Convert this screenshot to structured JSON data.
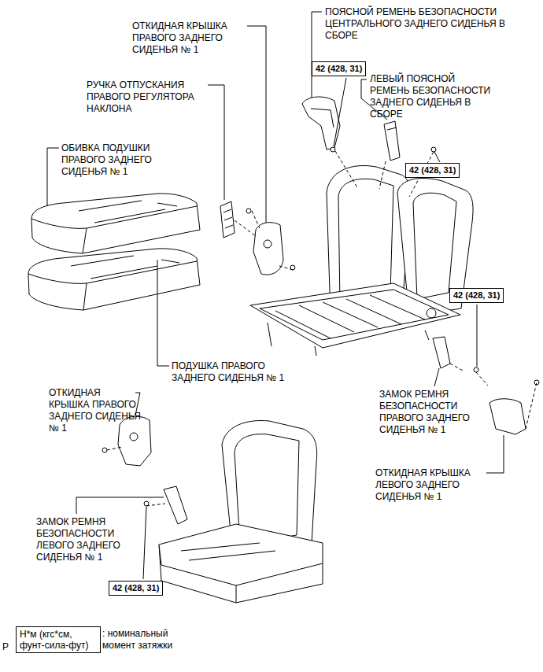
{
  "diagram": {
    "nodes": [
      {
        "text": [
          "42 (428, 31)"
        ]
      },
      {
        "text": [
          "42 (428, 31)"
        ]
      },
      {
        "text": [
          "42 (428, 31)"
        ]
      },
      {
        "text": [
          "42 (428, 31)"
        ]
      },
      {
        "text": [
          "Н*м (кгс*см, фунт-сила-фут)"
        ]
      }
    ],
    "labels": [
      "ОТКИДНАЯ КРЫШКА ПРАВОГО ЗАДНЕГО СИДЕНЬЯ № 1",
      "ПОЯСНОЙ РЕМЕНЬ БЕЗОПАСНОСТИ ЦЕНТРАЛЬНОГО ЗАДНЕГО СИДЕНЬЯ В СБОРЕ",
      "РУЧКА ОТПУСКАНИЯ ПРАВОГО РЕГУЛЯТОРА НАКЛОНА",
      "ЛЕВЫЙ ПОЯСНОЙ РЕМЕНЬ БЕЗОПАСНОСТИ ЗАДНЕГО СИДЕНЬЯ В СБОРЕ",
      "ОБИВКА ПОДУШКИ ПРАВОГО ЗАДНЕГО СИДЕНЬЯ № 1",
      "ПОДУШКА ПРАВОГО ЗАДНЕГО СИДЕНЬЯ № 1",
      "ЗАМОК РЕМНЯ БЕЗОПАСНОСТИ ПРАВОГО ЗАДНЕГО СИДЕНЬЯ № 1",
      "ОТКИДНАЯ КРЫШКА ЛЕВОГО ЗАДНЕГО СИДЕНЬЯ № 1",
      "ОТКИДНАЯ КРЫШКА ПРАВОГО ЗАДНЕГО СИДЕНЬЯ № 1",
      "ЗАМОК РЕМНЯ БЕЗОПАСНОСТИ ЛЕВОГО ЗАДНЕГО СИДЕНЬЯ № 1",
      ": номинальный момент затяжки",
      "P"
    ]
  }
}
